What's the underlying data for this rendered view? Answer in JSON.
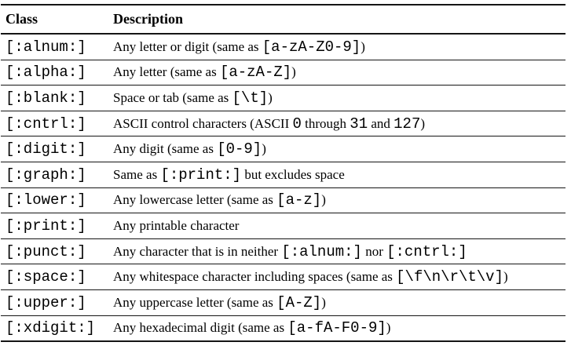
{
  "colors": {
    "background": "#ffffff",
    "text": "#000000",
    "rule": "#151515"
  },
  "table": {
    "headers": {
      "class": "Class",
      "description": "Description"
    },
    "rows": [
      {
        "class": "[:alnum:]",
        "desc": [
          [
            "serif",
            "Any letter or digit (same as "
          ],
          [
            "mono",
            "[a-zA-Z0-9]"
          ],
          [
            "serif",
            ")"
          ]
        ]
      },
      {
        "class": "[:alpha:]",
        "desc": [
          [
            "serif",
            "Any letter (same as "
          ],
          [
            "mono",
            "[a-zA-Z]"
          ],
          [
            "serif",
            ")"
          ]
        ]
      },
      {
        "class": "[:blank:]",
        "desc": [
          [
            "serif",
            "Space or tab (same as "
          ],
          [
            "mono",
            "[\\t]"
          ],
          [
            "serif",
            ")"
          ]
        ]
      },
      {
        "class": "[:cntrl:]",
        "desc": [
          [
            "serif",
            "ASCII control characters (ASCII "
          ],
          [
            "mono",
            "0"
          ],
          [
            "serif",
            " through "
          ],
          [
            "mono",
            "31"
          ],
          [
            "serif",
            " and "
          ],
          [
            "mono",
            "127"
          ],
          [
            "serif",
            ")"
          ]
        ]
      },
      {
        "class": "[:digit:]",
        "desc": [
          [
            "serif",
            "Any digit (same as "
          ],
          [
            "mono",
            "[0-9]"
          ],
          [
            "serif",
            ")"
          ]
        ]
      },
      {
        "class": "[:graph:]",
        "desc": [
          [
            "serif",
            "Same as "
          ],
          [
            "mono",
            "[:print:]"
          ],
          [
            "serif",
            " but excludes space"
          ]
        ]
      },
      {
        "class": "[:lower:]",
        "desc": [
          [
            "serif",
            "Any lowercase letter (same as "
          ],
          [
            "mono",
            "[a-z]"
          ],
          [
            "serif",
            ")"
          ]
        ]
      },
      {
        "class": "[:print:]",
        "desc": [
          [
            "serif",
            "Any printable character"
          ]
        ]
      },
      {
        "class": "[:punct:]",
        "desc": [
          [
            "serif",
            "Any character that is in neither "
          ],
          [
            "mono",
            "[:alnum:]"
          ],
          [
            "serif",
            " nor "
          ],
          [
            "mono",
            "[:cntrl:]"
          ]
        ]
      },
      {
        "class": "[:space:]",
        "desc": [
          [
            "serif",
            "Any whitespace character including spaces (same as "
          ],
          [
            "mono",
            "[\\f\\n\\r\\t\\v]"
          ],
          [
            "serif",
            ")"
          ]
        ]
      },
      {
        "class": "[:upper:]",
        "desc": [
          [
            "serif",
            "Any uppercase letter (same as "
          ],
          [
            "mono",
            "[A-Z]"
          ],
          [
            "serif",
            ")"
          ]
        ]
      },
      {
        "class": "[:xdigit:]",
        "desc": [
          [
            "serif",
            "Any hexadecimal digit (same as "
          ],
          [
            "mono",
            "[a-fA-F0-9]"
          ],
          [
            "serif",
            ")"
          ]
        ]
      }
    ]
  }
}
